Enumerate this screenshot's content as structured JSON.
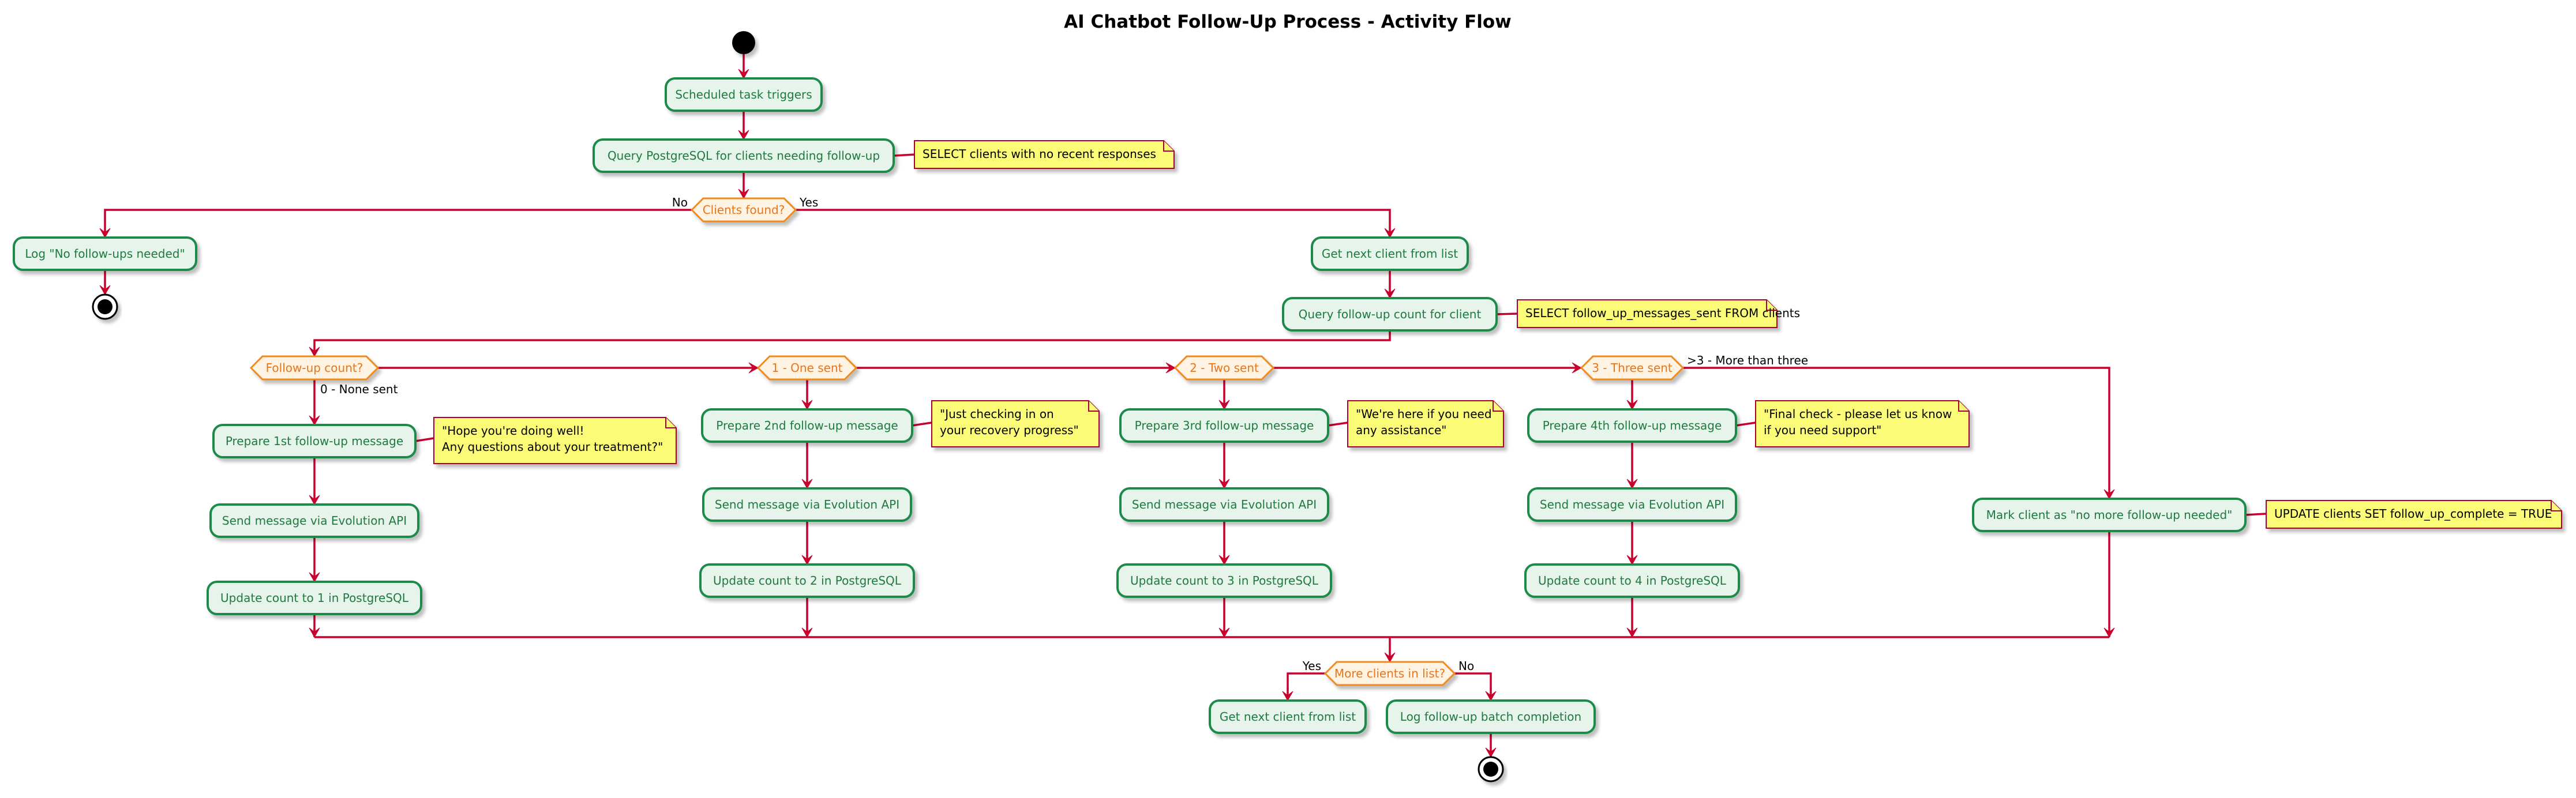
{
  "title": "AI Chatbot Follow-Up Process - Activity Flow",
  "activities": {
    "scheduled": "Scheduled task triggers",
    "query_clients": "Query PostgreSQL for clients needing follow-up",
    "log_no_followups": "Log \"No follow-ups needed\"",
    "get_next_client_1": "Get next client from list",
    "query_count": "Query follow-up count for client",
    "prepare_1": "Prepare 1st follow-up message",
    "send_1": "Send message via Evolution API",
    "update_1": "Update count to 1 in PostgreSQL",
    "prepare_2": "Prepare 2nd follow-up message",
    "send_2": "Send message via Evolution API",
    "update_2": "Update count to 2 in PostgreSQL",
    "prepare_3": "Prepare 3rd follow-up message",
    "send_3": "Send message via Evolution API",
    "update_3": "Update count to 3 in PostgreSQL",
    "prepare_4": "Prepare 4th follow-up message",
    "send_4": "Send message via Evolution API",
    "update_4": "Update count to 4 in PostgreSQL",
    "mark_done": "Mark client as \"no more follow-up needed\"",
    "get_next_client_2": "Get next client from list",
    "log_batch": "Log follow-up batch completion"
  },
  "decisions": {
    "clients_found": "Clients found?",
    "followup_count": "Follow-up count?",
    "one_sent": "1 - One sent",
    "two_sent": "2 - Two sent",
    "three_sent": "3 - Three sent",
    "more_clients": "More clients in list?"
  },
  "notes": {
    "select_clients": [
      "SELECT clients with no recent responses"
    ],
    "select_count": [
      "SELECT follow_up_messages_sent FROM clients"
    ],
    "msg_1": [
      "\"Hope you're doing well!",
      "Any questions about your treatment?\""
    ],
    "msg_2": [
      "\"Just checking in on",
      "your recovery progress\""
    ],
    "msg_3": [
      "\"We're here if you need",
      "any assistance\""
    ],
    "msg_4": [
      "\"Final check - please let us know",
      "if you need support\""
    ],
    "update_complete": [
      "UPDATE clients SET follow_up_complete = TRUE"
    ]
  },
  "edge_labels": {
    "no": "No",
    "yes": "Yes",
    "none_sent": "0 - None sent",
    "more_than_three": ">3 - More than three",
    "loop_yes": "Yes",
    "loop_no": "No"
  }
}
